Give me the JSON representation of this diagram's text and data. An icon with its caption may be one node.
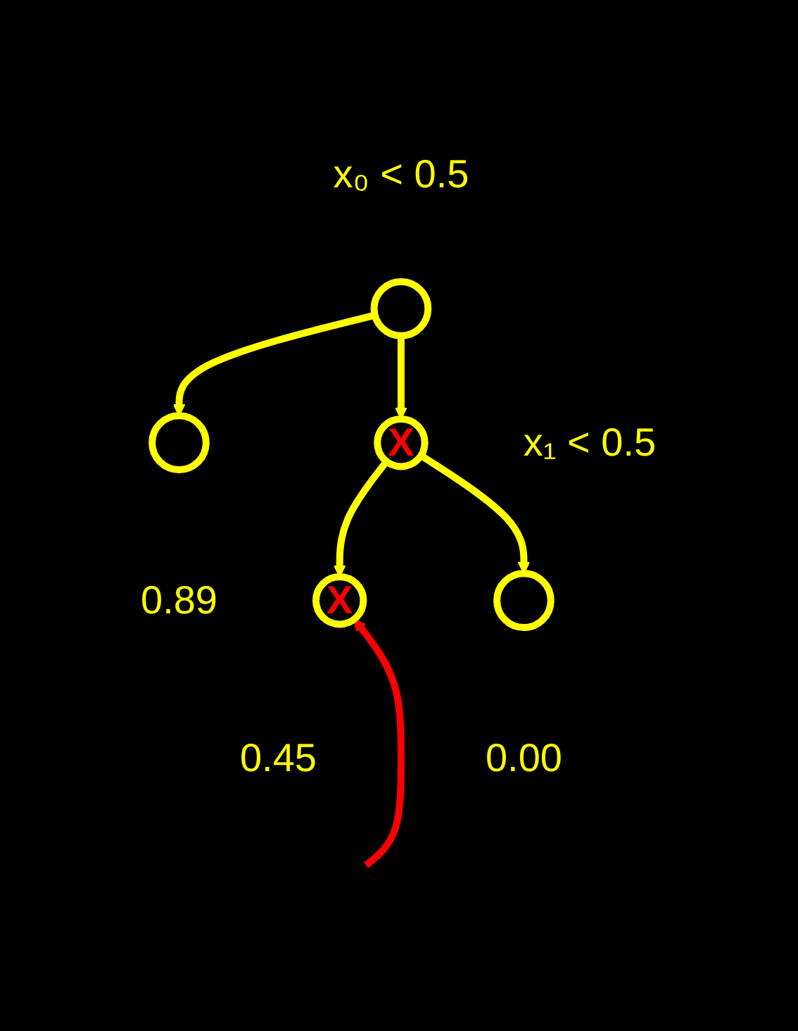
{
  "diagram": {
    "nodes": [
      {
        "text": [],
        "shape": "circle",
        "beside": [
          "x₀ < 0.5"
        ]
      },
      {
        "text": [],
        "shape": "circle",
        "beside": [
          "0.89"
        ]
      },
      {
        "text": [
          "X"
        ],
        "beside": [
          "x₁ < 0.5"
        ]
      },
      {
        "text": [
          "X"
        ],
        "beside": [
          "0.45"
        ]
      },
      {
        "text": [],
        "shape": "circle",
        "beside": [
          "0.00"
        ]
      }
    ],
    "edges": [
      {
        "from": 0,
        "to": 1,
        "arrow": "to"
      },
      {
        "from": 0,
        "to": 2,
        "arrow": "to"
      },
      {
        "from": 2,
        "to": 3,
        "arrow": "to"
      },
      {
        "from": 2,
        "to": 4,
        "arrow": "to"
      },
      {
        "from": null,
        "to": 3,
        "arrow": "to",
        "color": "#ff0000"
      }
    ]
  }
}
